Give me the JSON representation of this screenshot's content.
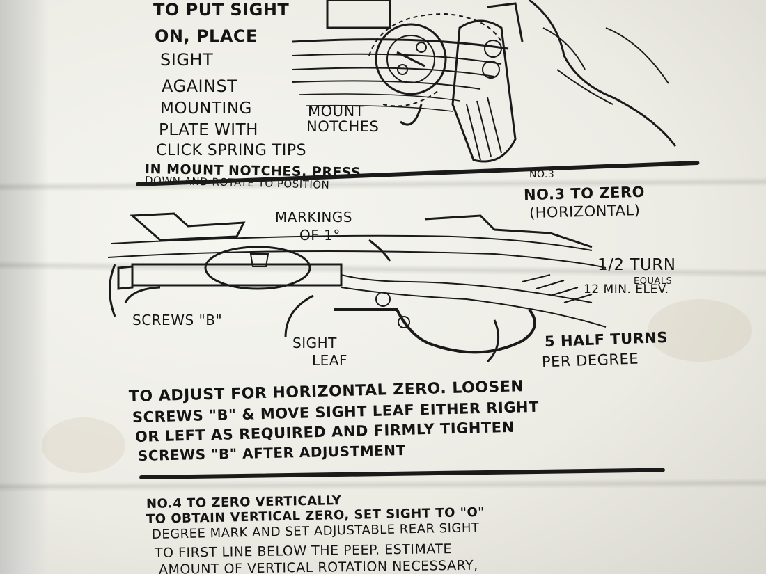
{
  "section_top": {
    "lines": [
      "TO PUT SIGHT",
      "ON, PLACE",
      "SIGHT",
      "AGAINST",
      "MOUNTING",
      "PLATE WITH",
      "CLICK SPRING TIPS"
    ],
    "press_line": "IN MOUNT NOTCHES. PRESS",
    "rotate_line": "DOWN AND ROTATE TO POSITION",
    "mount_notches": [
      "MOUNT",
      "NOTCHES"
    ],
    "item_number": "NO.3"
  },
  "section_three": {
    "heading": [
      "NO.3 TO ZERO",
      "(HORIZONTAL)"
    ],
    "markings_label": [
      "MARKINGS",
      "OF 1°"
    ],
    "half_turn": "1/2 TURN",
    "equals": "EQUALS",
    "min_elev": "12 MIN. ELEV.",
    "screws_label": "SCREWS \"B\"",
    "sight_leaf": [
      "SIGHT",
      "LEAF"
    ],
    "half_turns_per_degree": [
      "5 HALF TURNS",
      "PER DEGREE"
    ],
    "instructions": [
      "TO ADJUST FOR HORIZONTAL ZERO. LOOSEN",
      "SCREWS \"B\" & MOVE SIGHT LEAF EITHER RIGHT",
      "OR LEFT AS REQUIRED AND FIRMLY TIGHTEN",
      "SCREWS \"B\" AFTER ADJUSTMENT"
    ]
  },
  "section_four": {
    "heading": "NO.4 TO ZERO VERTICALLY",
    "lines": [
      "TO OBTAIN VERTICAL ZERO, SET SIGHT TO \"O\"",
      "DEGREE MARK AND SET ADJUSTABLE REAR SIGHT",
      "TO FIRST LINE BELOW THE PEEP. ESTIMATE",
      "AMOUNT OF VERTICAL ROTATION NECESSARY,"
    ]
  },
  "colors": {
    "paper": "#ecebe4",
    "ink": "#141414",
    "background": "#d9d9d6"
  }
}
